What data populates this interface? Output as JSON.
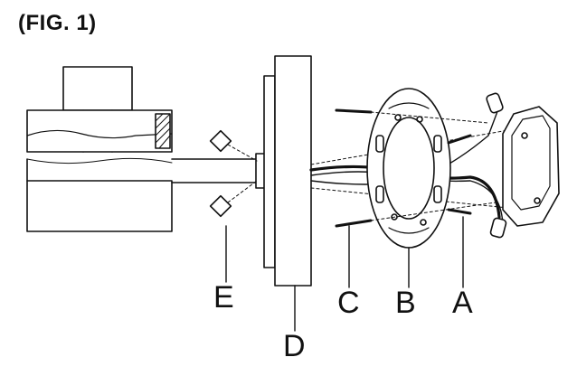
{
  "figure": {
    "title": "(FIG. 1)",
    "callouts": {
      "a": "A",
      "b": "B",
      "c": "C",
      "d": "D",
      "e": "E"
    }
  },
  "colors": {
    "line": "#111111",
    "fill": "#ffffff",
    "shade": "#e6e6e6"
  }
}
